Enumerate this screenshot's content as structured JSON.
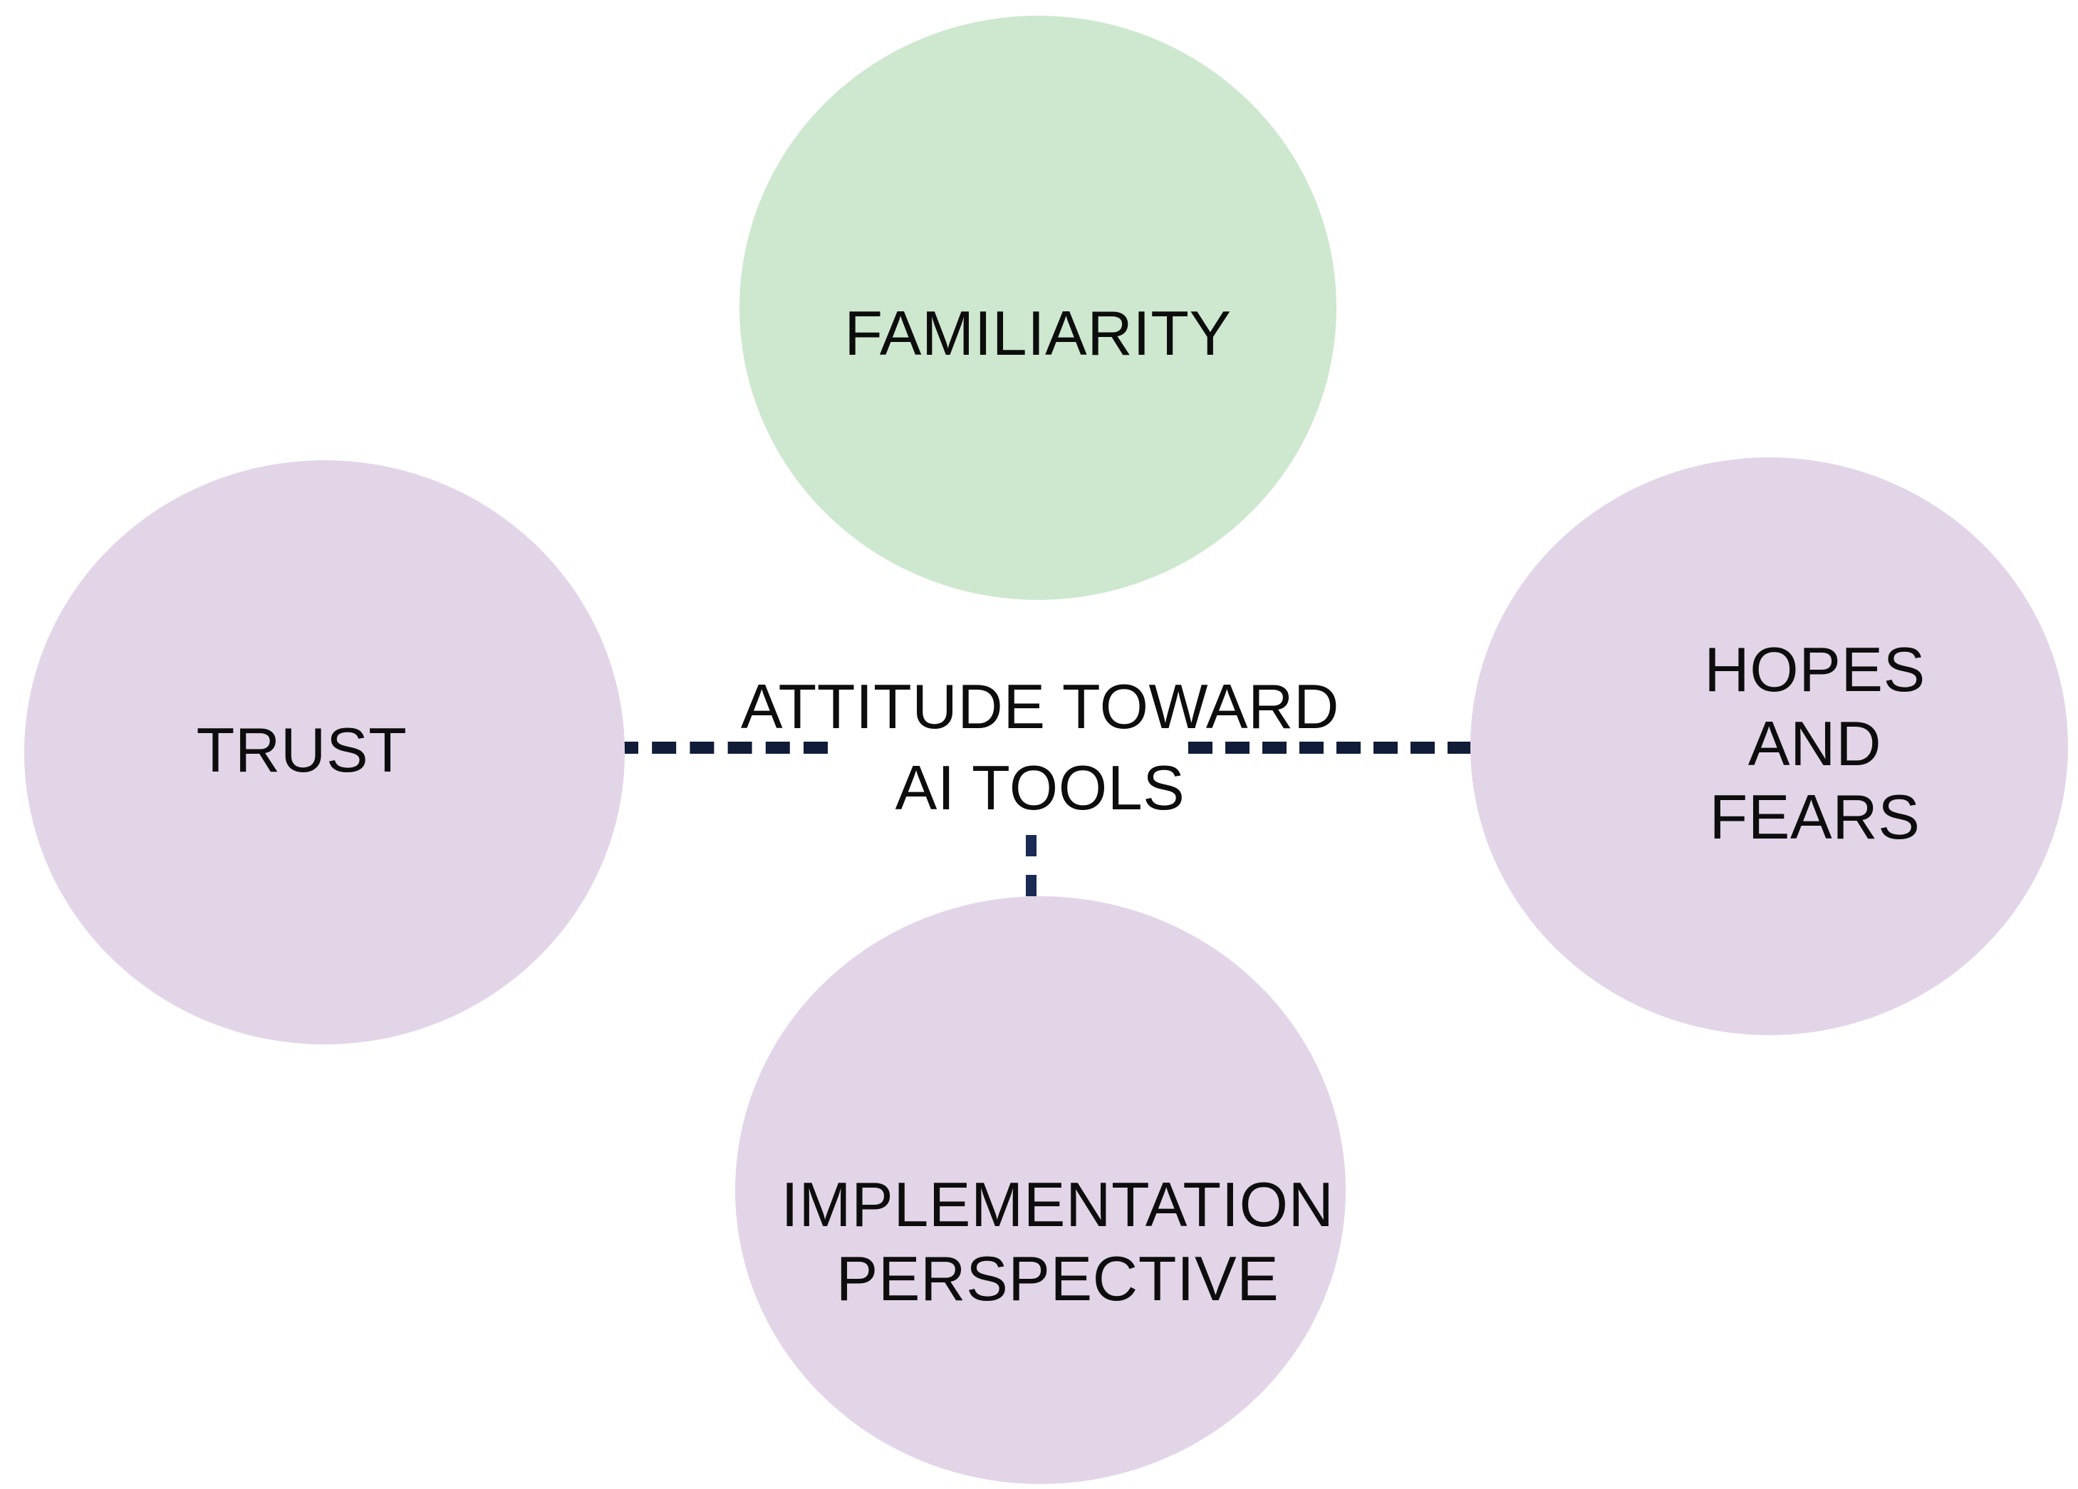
{
  "diagram": {
    "title": "Attitude toward AI tools concept map",
    "center": {
      "label": "ATTITUDE TOWARD\nAI TOOLS",
      "text_color": "#0d0d0d"
    },
    "nodes": [
      {
        "id": "familiarity",
        "label": "FAMILIARITY",
        "fill": "#CDE8CE",
        "position": "top",
        "shape": "circle"
      },
      {
        "id": "trust",
        "label": "TRUST",
        "fill": "#E3D5E8",
        "position": "left",
        "shape": "circle"
      },
      {
        "id": "hopes-and-fears",
        "label": "HOPES\nAND\nFEARS",
        "fill": "#E3D5E8",
        "position": "right",
        "shape": "circle"
      },
      {
        "id": "implementation-perspective",
        "label": "IMPLEMENTATION\nPERSPECTIVE",
        "fill": "#E3D5E8",
        "position": "bottom",
        "shape": "circle"
      }
    ],
    "connectors": [
      {
        "id": "center-to-trust",
        "style": "dashed",
        "color": "#101C38",
        "orientation": "horizontal"
      },
      {
        "id": "center-to-hopes-and-fears",
        "style": "dashed",
        "color": "#101C38",
        "orientation": "horizontal"
      },
      {
        "id": "center-to-implementation-perspective",
        "style": "dashed",
        "color": "#1A2A52",
        "orientation": "vertical"
      }
    ],
    "background": "#FFFFFF"
  }
}
